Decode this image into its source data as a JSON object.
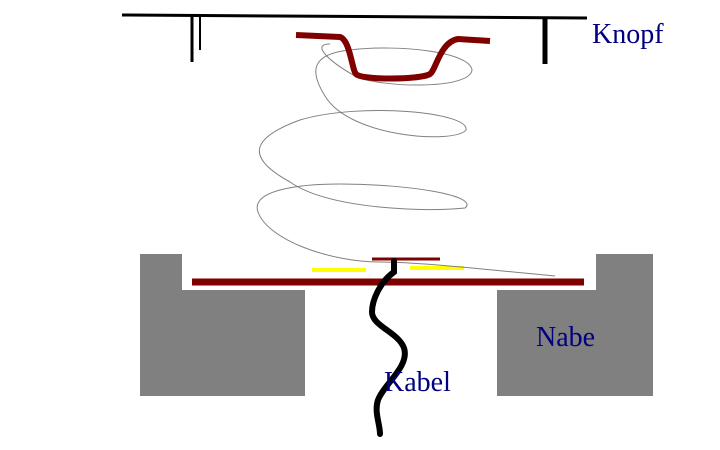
{
  "labels": {
    "knopf": "Knopf",
    "nabe": "Nabe",
    "kabel": "Kabel"
  },
  "colors": {
    "label_text": "#000080",
    "hub_gray": "#808080",
    "dark_red": "#800000",
    "yellow": "#ffff00",
    "black": "#000000",
    "spring_gray": "#808080"
  }
}
